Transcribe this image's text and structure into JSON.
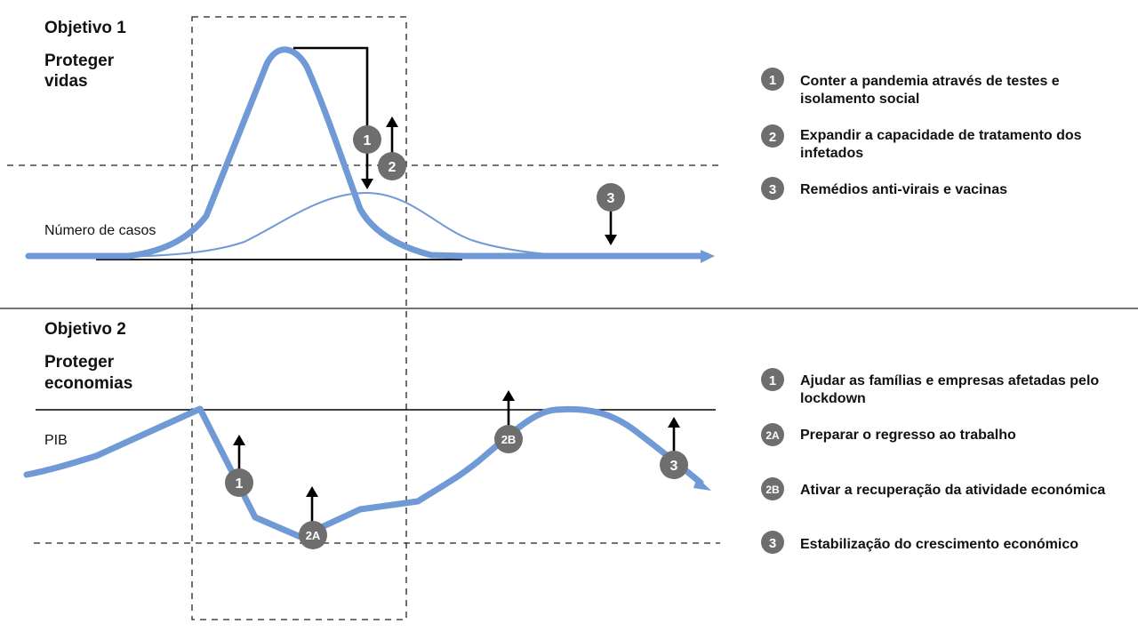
{
  "colors": {
    "curve": "#6f9ad6",
    "badge": "#6e6e6e",
    "badge_text": "#ffffff",
    "ink": "#000000"
  },
  "top": {
    "objective": "Objetivo 1",
    "goal_line1": "Proteger",
    "goal_line2": "vidas",
    "axis_label": "Número de casos",
    "markers": [
      "1",
      "2",
      "3"
    ],
    "legend": [
      {
        "badge": "1",
        "lines": [
          "Conter a pandemia através de testes e",
          "isolamento social"
        ]
      },
      {
        "badge": "2",
        "lines": [
          "Expandir a capacidade de tratamento dos",
          "infetados"
        ]
      },
      {
        "badge": "3",
        "lines": [
          "Remédios anti-virais e vacinas"
        ]
      }
    ]
  },
  "bottom": {
    "objective": "Objetivo 2",
    "goal_line1": "Proteger",
    "goal_line2": "economias",
    "axis_label": "PIB",
    "markers": [
      "1",
      "2A",
      "2B",
      "3"
    ],
    "legend": [
      {
        "badge": "1",
        "lines": [
          "Ajudar as famílias e empresas afetadas pelo",
          "lockdown"
        ]
      },
      {
        "badge": "2A",
        "lines": [
          "Preparar o regresso ao trabalho"
        ]
      },
      {
        "badge": "2B",
        "lines": [
          "Ativar a recuperação da atividade económica"
        ]
      },
      {
        "badge": "3",
        "lines": [
          "Estabilização do crescimento económico"
        ]
      }
    ]
  }
}
